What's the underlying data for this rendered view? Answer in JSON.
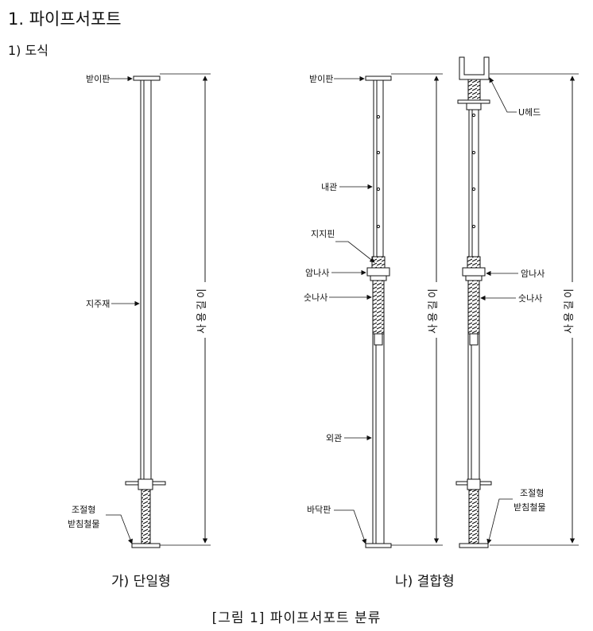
{
  "heading": "1. 파이프서포트",
  "subheading": "1) 도식",
  "labels": {
    "bearing_plate": "받이판",
    "strut": "지주재",
    "adjustable_line1": "조절형",
    "adjustable_line2": "받침철물",
    "use_length": "사용길이",
    "inner_pipe": "내관",
    "support_pin": "지지핀",
    "female_nut": "암나사",
    "male_thread": "숫나사",
    "outer_pipe": "외관",
    "base_plate": "바닥판",
    "u_head": "U헤드"
  },
  "captions": {
    "single": "가) 단일형",
    "combined": "나) 결합형",
    "figure": "[그림 1] 파이프서포트 분류"
  }
}
